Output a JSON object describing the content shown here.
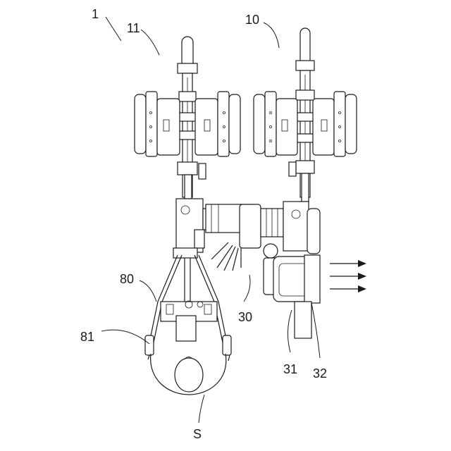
{
  "labels": {
    "figure": "1",
    "unit_right": "10",
    "unit_left": "11",
    "coupling": "30",
    "body_box": "31",
    "cover": "32",
    "handle_frame": "80",
    "grip": "81",
    "operator": "S"
  }
}
